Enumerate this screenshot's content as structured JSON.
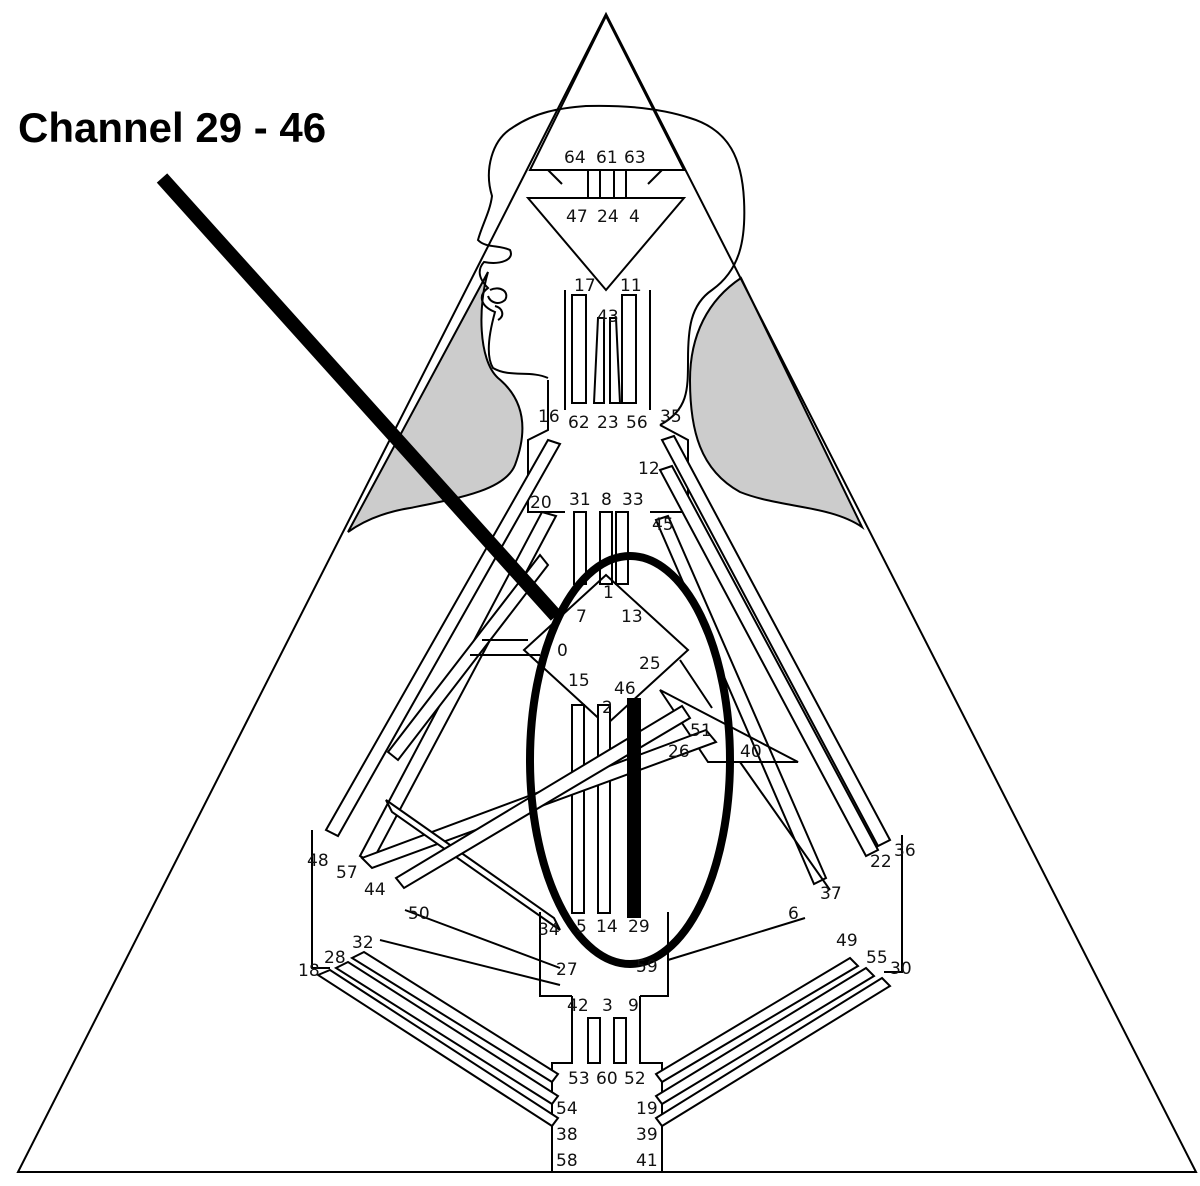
{
  "callout": {
    "title": "Channel 29 - 46"
  },
  "colors": {
    "shade": "#cccccc",
    "line": "#000000",
    "background": "#ffffff"
  },
  "gates": {
    "g64": "64",
    "g61": "61",
    "g63": "63",
    "g47": "47",
    "g24": "24",
    "g4": "4",
    "g17": "17",
    "g11": "11",
    "g43": "43",
    "g62": "62",
    "g23": "23",
    "g56": "56",
    "g16": "16",
    "g35": "35",
    "g12": "12",
    "g20": "20",
    "g31": "31",
    "g8": "8",
    "g33": "33",
    "g45": "45",
    "g1": "1",
    "g7": "7",
    "g13": "13",
    "g10": "0",
    "g25": "25",
    "g15": "15",
    "g46": "46",
    "g2": "2",
    "g51": "51",
    "g26": "26",
    "g40": "40",
    "g48": "48",
    "g57": "57",
    "g44": "44",
    "g36": "36",
    "g22": "22",
    "g37": "37",
    "g50": "50",
    "g34": "34",
    "g5": "5",
    "g14": "14",
    "g29": "29",
    "g6": "6",
    "g32": "32",
    "g49": "49",
    "g18": "18",
    "g28": "28",
    "g27": "27",
    "g59": "59",
    "g55": "55",
    "g30": "30",
    "g42": "42",
    "g3": "3",
    "g9": "9",
    "g53": "53",
    "g60": "60",
    "g52": "52",
    "g54": "54",
    "g19": "19",
    "g38": "38",
    "g39": "39",
    "g58": "58",
    "g41": "41"
  }
}
